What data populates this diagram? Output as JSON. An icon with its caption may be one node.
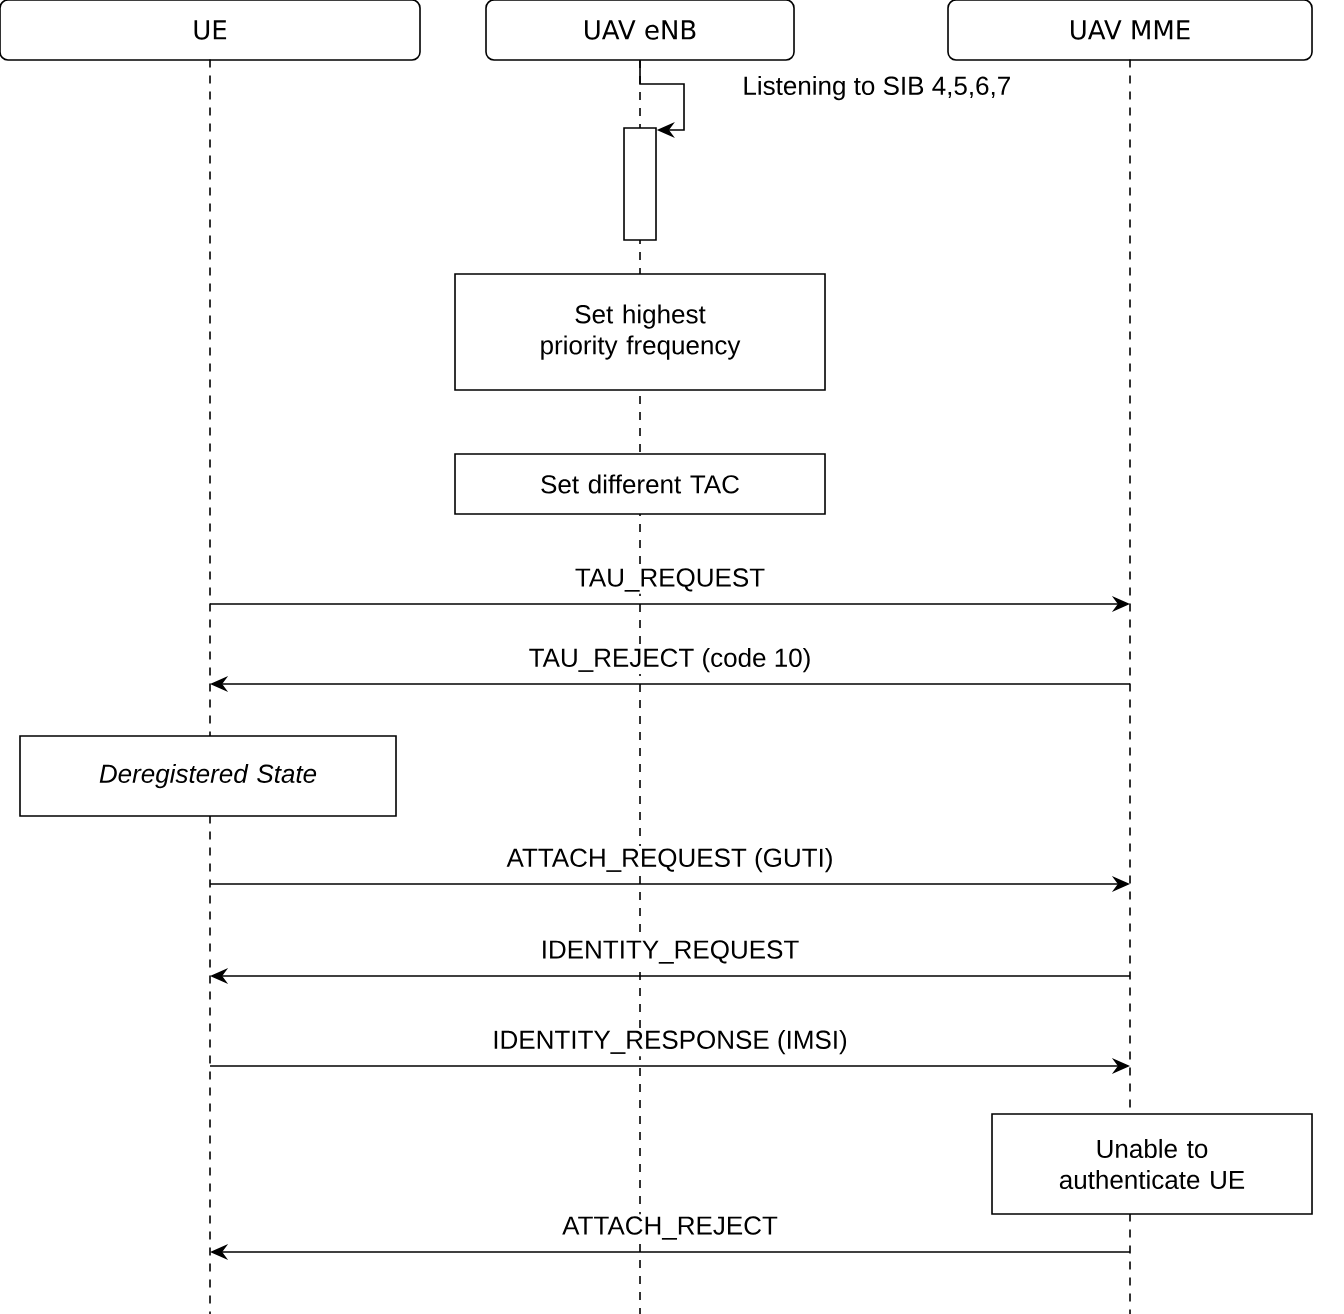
{
  "diagram": {
    "nodes": [
      {
        "text": [
          "UE"
        ]
      },
      {
        "text": [
          "UAV eNB"
        ]
      },
      {
        "text": [
          "UAV MME"
        ]
      },
      {
        "text": [],
        "shape": "line"
      },
      {
        "text": [],
        "shape": "line"
      },
      {
        "text": [],
        "shape": "line"
      },
      {
        "text": [],
        "shape": "line"
      },
      {
        "text": [],
        "shape": "bar"
      },
      {
        "text": [
          "Set highest priority frequency"
        ]
      },
      {
        "text": [
          "Set different TAC"
        ]
      },
      {
        "text": [
          "Deregistered State"
        ]
      },
      {
        "text": [
          "Unable to authenticate UE"
        ]
      }
    ],
    "edges": [
      {
        "from": 1,
        "to": 7,
        "arrow": "to",
        "label": "Listening to SIB 4,5,6,7"
      },
      {
        "from": 3,
        "to": 5,
        "arrow": "to",
        "label": "TAU_REQUEST"
      },
      {
        "from": 5,
        "to": 3,
        "arrow": "to",
        "label": "TAU_REJECT (code 10)"
      },
      {
        "from": 4,
        "to": 5,
        "arrow": "to",
        "label": "ATTACH_REQUEST (GUTI)"
      },
      {
        "from": 5,
        "to": 4,
        "arrow": "to",
        "label": "IDENTITY_REQUEST"
      },
      {
        "from": 4,
        "to": 5,
        "arrow": "to",
        "label": "IDENTITY_RESPONSE (IMSI)"
      },
      {
        "from": 6,
        "to": 4,
        "arrow": "to",
        "label": "ATTACH_REJECT"
      }
    ]
  }
}
